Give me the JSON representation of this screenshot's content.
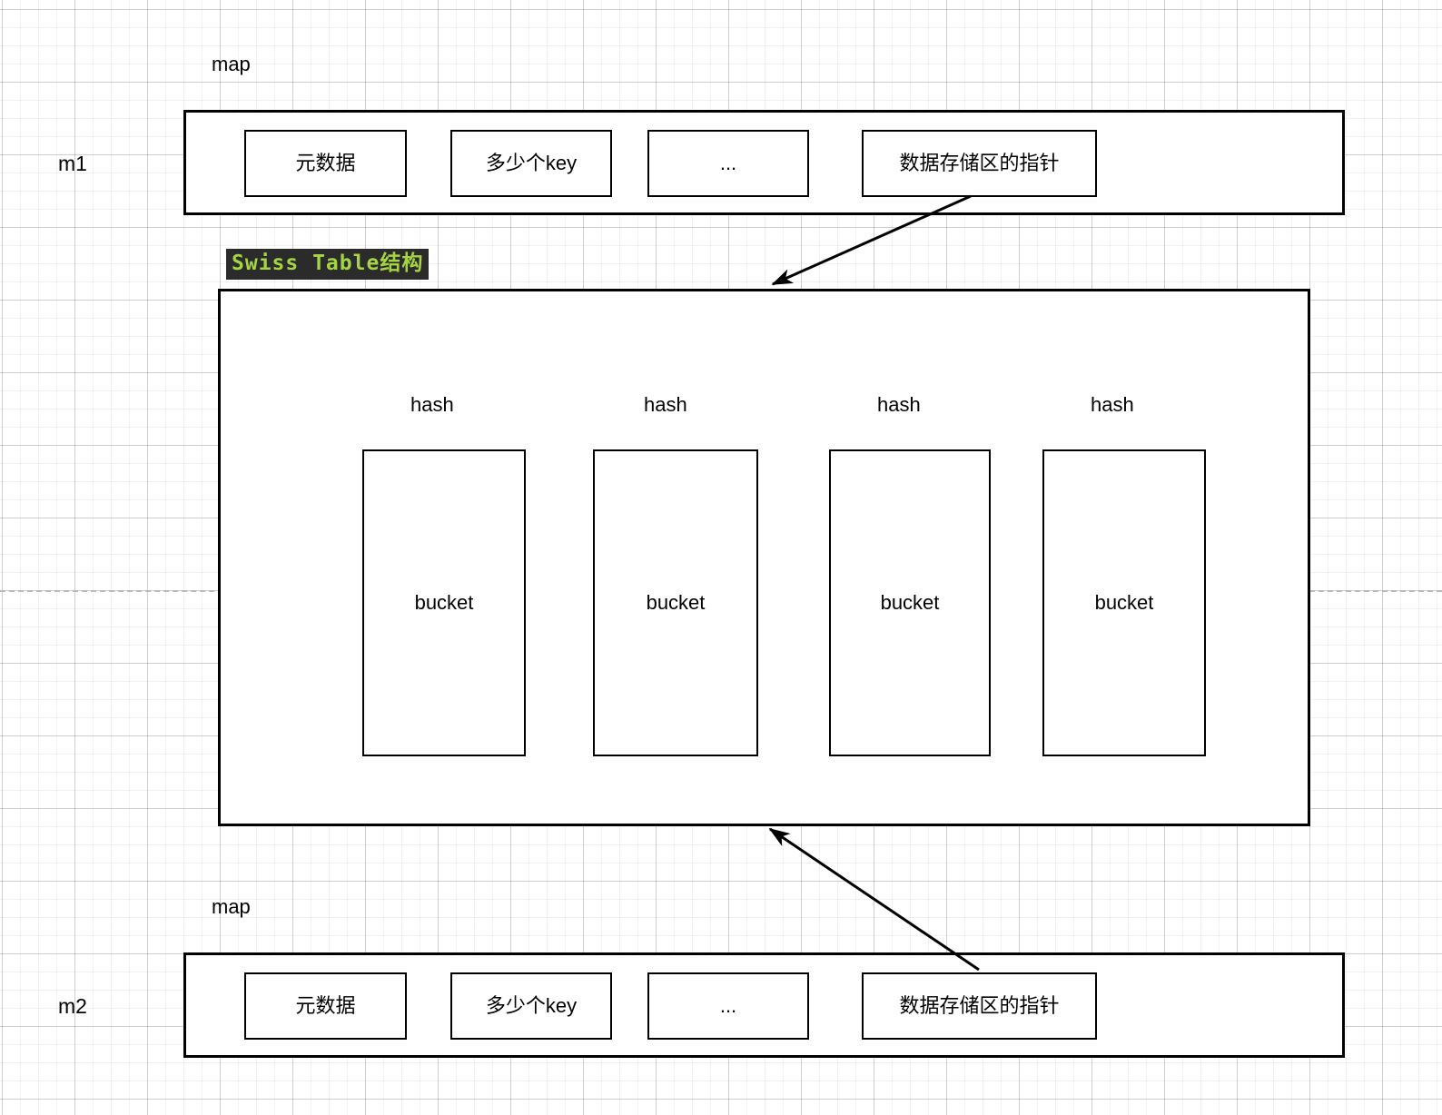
{
  "diagram": {
    "title_tag": "Swiss Table结构",
    "groups": [
      {
        "side_label": "m1",
        "caption": "map",
        "cells": [
          {
            "label": "元数据"
          },
          {
            "label": "多少个key"
          },
          {
            "label": "..."
          },
          {
            "label": "数据存储区的指针"
          }
        ]
      },
      {
        "side_label": "m2",
        "caption": "map",
        "cells": [
          {
            "label": "元数据"
          },
          {
            "label": "多少个key"
          },
          {
            "label": "..."
          },
          {
            "label": "数据存储区的指针"
          }
        ]
      }
    ],
    "swiss_table": {
      "columns": [
        {
          "hash_label": "hash",
          "bucket_label": "bucket"
        },
        {
          "hash_label": "hash",
          "bucket_label": "bucket"
        },
        {
          "hash_label": "hash",
          "bucket_label": "bucket"
        },
        {
          "hash_label": "hash",
          "bucket_label": "bucket"
        }
      ]
    },
    "colors": {
      "stroke": "#000000",
      "background": "#ffffff",
      "grid_minor": "#f0f0f0",
      "grid_major": "#dddddd",
      "tag_background": "#2b2b2b",
      "tag_text": "#a5d541",
      "guide_dash": "#b9b9b9"
    }
  }
}
